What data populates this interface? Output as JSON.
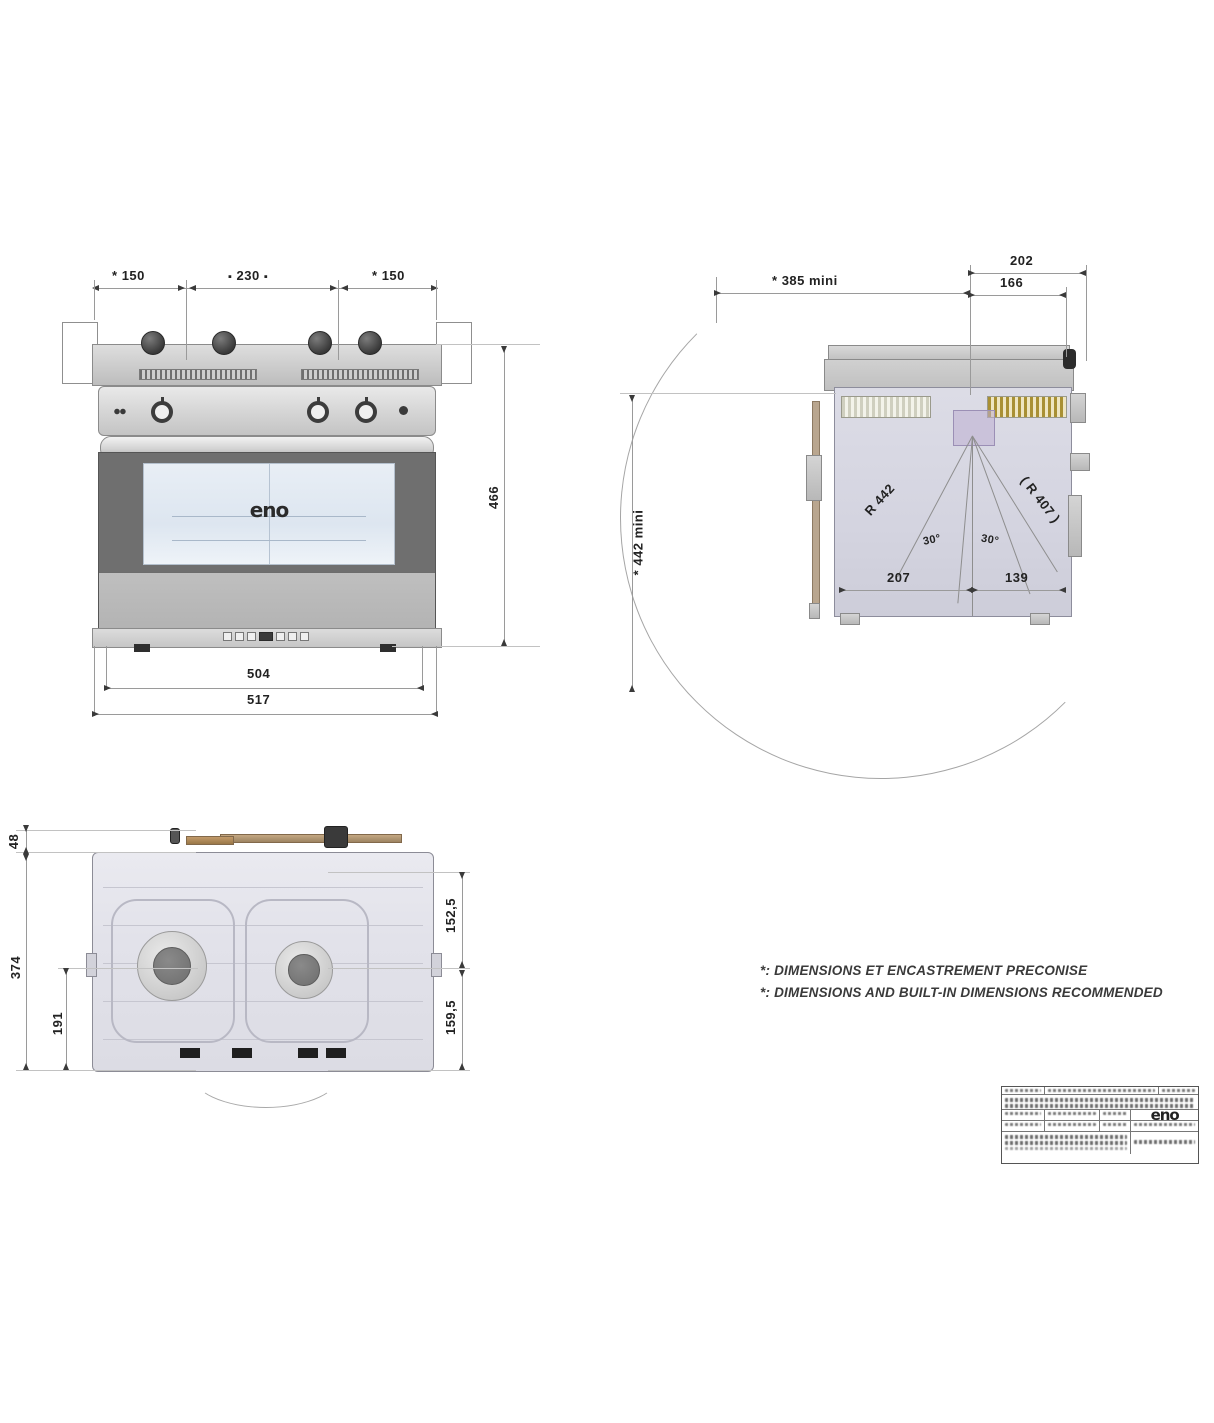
{
  "drawing": {
    "title": "eno cooker technical dimension drawing",
    "product_brand": "eno"
  },
  "front_view": {
    "name": "front-elevation",
    "brand_logo": "eno",
    "dimensions": {
      "knob_left": "150",
      "knob_center": "230",
      "knob_right": "150",
      "height_overall": "466",
      "width_body": "504",
      "width_overall": "517"
    },
    "star_left": "*",
    "star_right": "*",
    "marker_left": "▪",
    "marker_right": "▪"
  },
  "side_view": {
    "name": "side-elevation",
    "dimensions": {
      "depth_mini": "385  mini",
      "depth_mini_star": "*",
      "top_right_outer": "202",
      "top_right_inner": "166",
      "height_mini": "442 mini",
      "height_mini_star": "*",
      "radius_left": "R 442",
      "radius_right": "( R 407 )",
      "angle_left": "30°",
      "angle_right": "30°",
      "offset_left": "207",
      "offset_right": "139"
    }
  },
  "plan_view": {
    "name": "top-plan",
    "dimensions": {
      "height_above": "48",
      "depth_overall": "374",
      "depth_lower": "191",
      "offset_upper": "152,5",
      "offset_lower": "159,5"
    }
  },
  "notes": {
    "line_fr": "*: DIMENSIONS ET ENCASTREMENT PRECONISE",
    "line_en": "*: DIMENSIONS AND BUILT-IN DIMENSIONS RECOMMENDED"
  },
  "title_block": {
    "logo": "eno"
  }
}
